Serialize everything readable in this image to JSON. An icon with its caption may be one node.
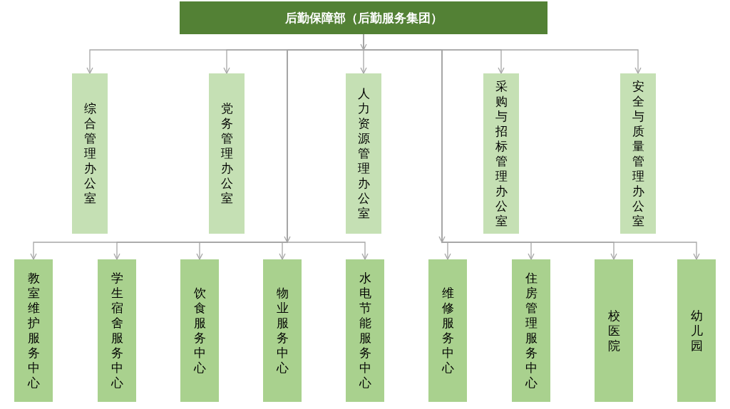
{
  "diagram": {
    "nodes": [
      {
        "text": [
          "后勤保障部（后勤服务集团）"
        ]
      },
      {
        "text": [
          "综合管理办公室"
        ]
      },
      {
        "text": [
          "党务管理办公室"
        ]
      },
      {
        "text": [
          "人力资源管理办公室"
        ]
      },
      {
        "text": [
          "采购与招标管理办公室"
        ]
      },
      {
        "text": [
          "安全与质量管理办公室"
        ]
      },
      {
        "text": [
          "教室维护服务中心"
        ]
      },
      {
        "text": [
          "学生宿舍服务中心"
        ]
      },
      {
        "text": [
          "饮食服务中心"
        ]
      },
      {
        "text": [
          "物业服务中心"
        ]
      },
      {
        "text": [
          "水电节能服务中心"
        ]
      },
      {
        "text": [
          "维修服务中心"
        ]
      },
      {
        "text": [
          "住房管理服务中心"
        ]
      },
      {
        "text": [
          "校医院"
        ]
      },
      {
        "text": [
          "幼儿园"
        ]
      }
    ],
    "edges": [
      {
        "from": 0,
        "to": 1,
        "arrow": "to"
      },
      {
        "from": 0,
        "to": 2,
        "arrow": "to"
      },
      {
        "from": 0,
        "to": 3,
        "arrow": "to"
      },
      {
        "from": 0,
        "to": 4,
        "arrow": "to"
      },
      {
        "from": 0,
        "to": 5,
        "arrow": "to"
      },
      {
        "from": 0,
        "to": 6,
        "arrow": "to"
      },
      {
        "from": 0,
        "to": 7,
        "arrow": "to"
      },
      {
        "from": 0,
        "to": 8,
        "arrow": "to"
      },
      {
        "from": 0,
        "to": 9,
        "arrow": "to"
      },
      {
        "from": 0,
        "to": 10,
        "arrow": "to"
      },
      {
        "from": 0,
        "to": 11,
        "arrow": "to"
      },
      {
        "from": 0,
        "to": 12,
        "arrow": "to"
      },
      {
        "from": 0,
        "to": 13,
        "arrow": "to"
      },
      {
        "from": 0,
        "to": 14,
        "arrow": "to"
      }
    ]
  }
}
